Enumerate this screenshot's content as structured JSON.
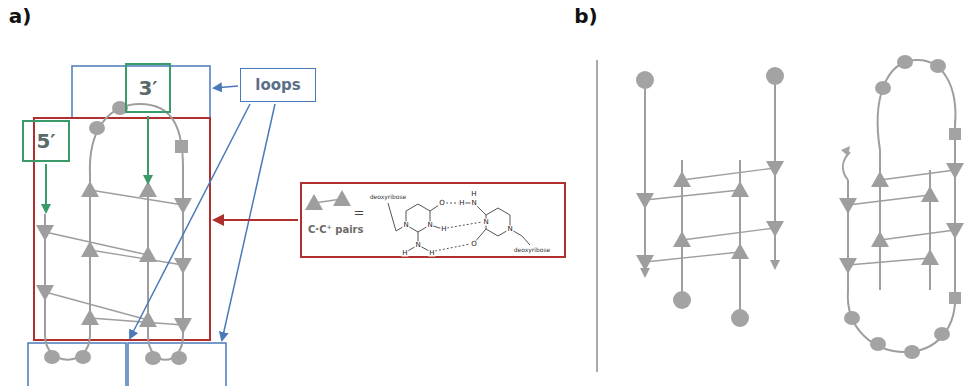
{
  "diagram": {
    "nodes": [
      {
        "text": [
          "5′"
        ]
      },
      {
        "text": [
          "3′"
        ]
      },
      {
        "text": [
          "loops"
        ]
      },
      {
        "text": [
          "C·C⁺ pairs"
        ]
      }
    ],
    "labels": [
      "a)",
      "b)",
      "=",
      "deoxyribose",
      "N",
      "O",
      "N",
      "H",
      "N",
      "H",
      "H",
      "deoxyribose",
      "N",
      "N",
      "H",
      "N",
      "H",
      "O"
    ]
  }
}
